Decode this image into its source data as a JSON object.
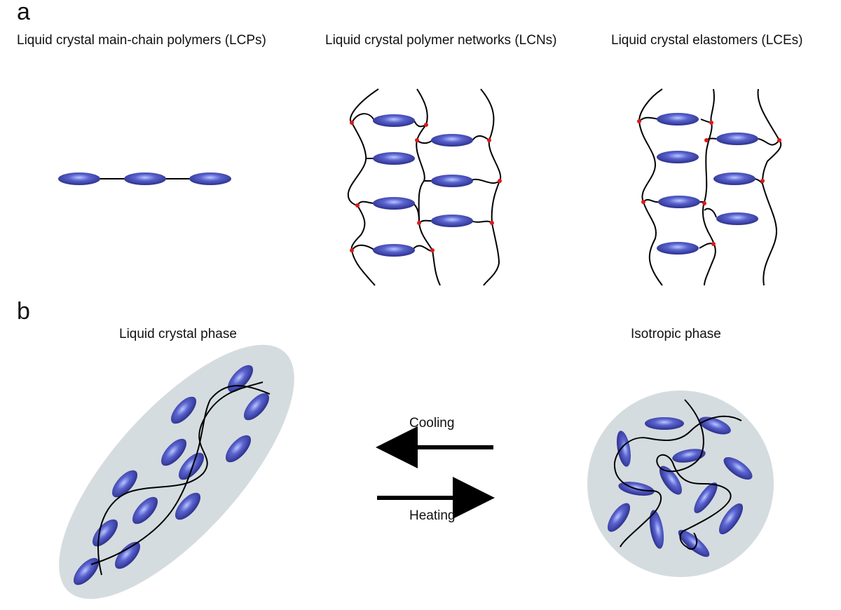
{
  "panel_a": {
    "letter": "a",
    "headings": [
      "Liquid crystal main-chain polymers (LCPs)",
      "Liquid crystal polymer networks (LCNs)",
      "Liquid crystal elastomers (LCEs)"
    ]
  },
  "panel_b": {
    "letter": "b",
    "left_heading": "Liquid crystal phase",
    "right_heading": "Isotropic phase",
    "arrow_top_label": "Cooling",
    "arrow_bottom_label": "Heating"
  },
  "colors": {
    "mesogen_fill": "#2b2f9c",
    "mesogen_highlight": "#aab9ff",
    "crosslink": "#e01818",
    "phase_background": "#d5dcdf",
    "line": "#000000"
  },
  "icons": {
    "arrow_cooling": "left-arrow",
    "arrow_heating": "right-arrow"
  }
}
